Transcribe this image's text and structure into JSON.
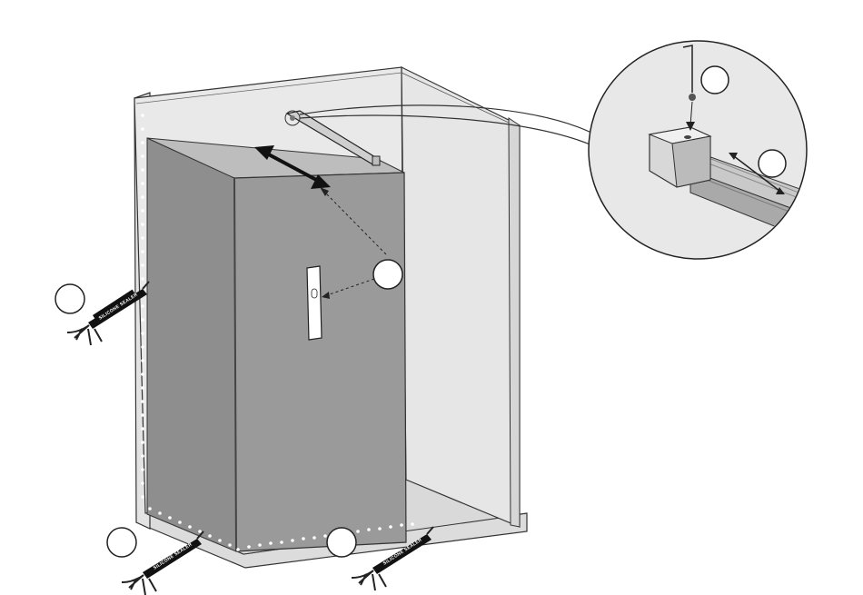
{
  "illustration": {
    "subject": "shower enclosure installation",
    "steps_marked": 6,
    "callout_circles": [
      "",
      "",
      "",
      "",
      "",
      ""
    ],
    "caulk_gun_text": "SILICONE SEALER",
    "colors": {
      "glass_panel": "#9a9a9a",
      "frame": "#e6e6e6",
      "outline": "#2b2b2b",
      "line": "#3a3a3a"
    }
  },
  "icons": [
    "caulk-gun-icon",
    "hex-key-icon",
    "spirit-level-icon",
    "double-arrow-icon"
  ]
}
